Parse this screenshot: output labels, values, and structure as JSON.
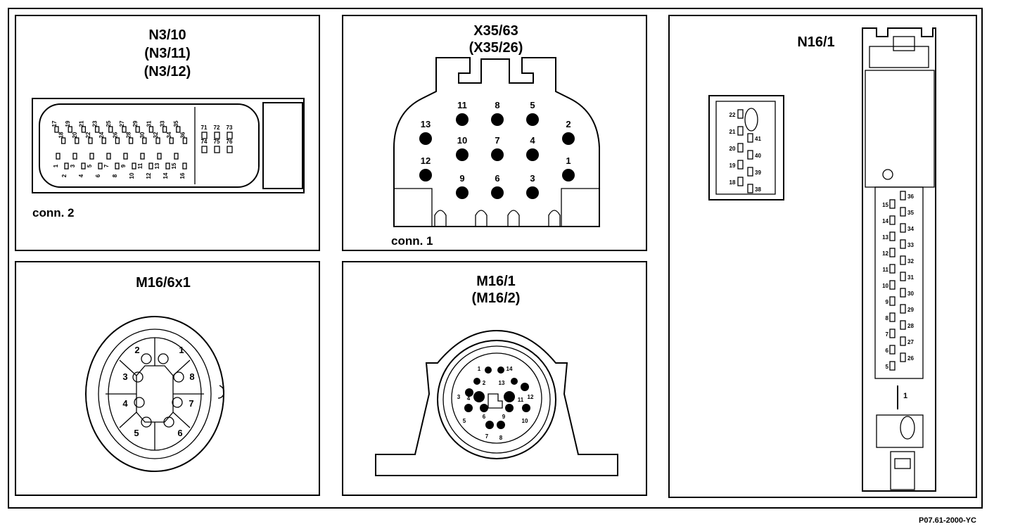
{
  "panels": {
    "n3": {
      "titles": [
        "N3/10",
        "(N3/11)",
        "(N3/12)"
      ],
      "conn_label": "conn. 2",
      "pin_labels_top": [
        "17",
        "18",
        "19",
        "20",
        "21",
        "22",
        "23",
        "24",
        "25",
        "26",
        "27",
        "28",
        "29",
        "30",
        "31",
        "32",
        "33",
        "34",
        "35",
        "36"
      ],
      "pin_labels_bottom": [
        "1",
        "2",
        "3",
        "4",
        "5",
        "6",
        "7",
        "8",
        "9",
        "10",
        "11",
        "12",
        "13",
        "14",
        "15",
        "16"
      ],
      "right_block_labels": [
        "71",
        "72",
        "73",
        "74",
        "75",
        "76"
      ]
    },
    "x35": {
      "titles": [
        "X35/63",
        "(X35/26)"
      ],
      "conn_label": "conn. 1",
      "pins": [
        {
          "n": "1"
        },
        {
          "n": "2"
        },
        {
          "n": "3"
        },
        {
          "n": "4"
        },
        {
          "n": "5"
        },
        {
          "n": "6"
        },
        {
          "n": "7"
        },
        {
          "n": "8"
        },
        {
          "n": "9"
        },
        {
          "n": "10"
        },
        {
          "n": "11"
        },
        {
          "n": "12"
        },
        {
          "n": "13"
        }
      ]
    },
    "n16": {
      "title": "N16/1",
      "small_left": [
        "22",
        "21",
        "20",
        "19",
        "18"
      ],
      "small_right": [
        "41",
        "40",
        "39",
        "38"
      ],
      "col_left": [
        "15",
        "14",
        "13",
        "12",
        "11",
        "10",
        "9",
        "8",
        "7",
        "6",
        "5"
      ],
      "col_right": [
        "36",
        "35",
        "34",
        "33",
        "32",
        "31",
        "30",
        "29",
        "28",
        "27",
        "26"
      ],
      "bottom_pin": "1"
    },
    "m16_6x1": {
      "title": "M16/6x1",
      "pins": [
        "1",
        "2",
        "3",
        "4",
        "5",
        "6",
        "7",
        "8"
      ]
    },
    "m16_1": {
      "titles": [
        "M16/1",
        "(M16/2)"
      ],
      "pins": [
        "1",
        "2",
        "3",
        "4",
        "5",
        "6",
        "7",
        "8",
        "9",
        "10",
        "11",
        "12",
        "13",
        "14"
      ]
    }
  },
  "footer_code": "P07.61-2000-YC"
}
